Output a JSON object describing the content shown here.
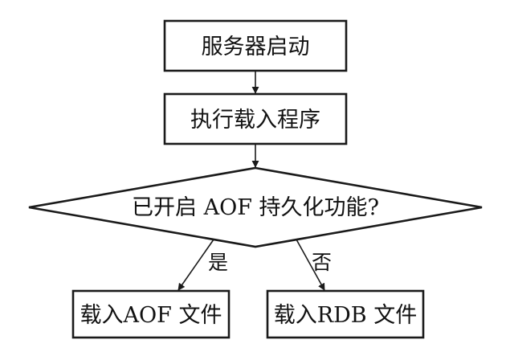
{
  "nodes": {
    "start": "服务器启动",
    "load_program": "执行载入程序",
    "decision": "已开启 AOF 持久化功能?",
    "load_aof": "载入AOF 文件",
    "load_rdb": "载入RDB 文件"
  },
  "edges": {
    "yes": "是",
    "no": "否"
  },
  "colors": {
    "stroke": "#1a1a1a",
    "text": "#111111",
    "background": "#ffffff"
  }
}
